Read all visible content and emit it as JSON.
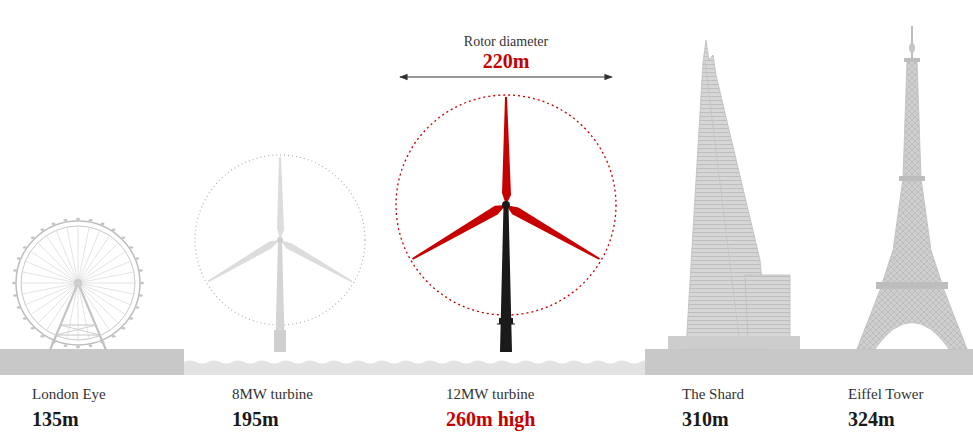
{
  "diagram": {
    "labels": [
      "Rotor diameter",
      "220m",
      "London Eye",
      "135m",
      "8MW turbine",
      "195m",
      "12MW turbine",
      "260m high",
      "The Shard",
      "310m",
      "Eiffel Tower",
      "324m"
    ]
  }
}
